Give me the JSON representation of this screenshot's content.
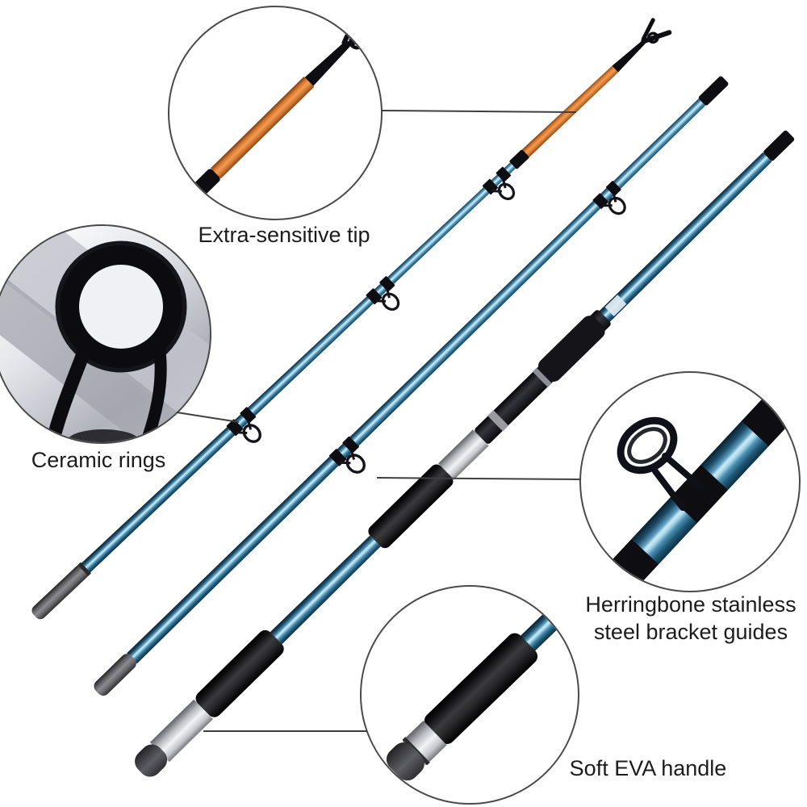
{
  "callouts": {
    "tip": {
      "label": "Extra-sensitive tip"
    },
    "rings": {
      "label": "Ceramic rings"
    },
    "guides": {
      "label_line1": "Herringbone stainless",
      "label_line2": "steel bracket guides"
    },
    "handle": {
      "label": "Soft EVA handle"
    }
  },
  "colors": {
    "background": "#ffffff",
    "rod_blue": "#4b8db1",
    "rod_highlight": "#cdeaf5",
    "rod_dark_edge": "#0d2f42",
    "tip_orange": "#f49a55",
    "hardware_black": "#0e0e12",
    "silver": "#f2f3f6",
    "eva_foam": "#161616",
    "butt_gray": "#8a8a90",
    "leader_line": "#3f3f3f",
    "text": "#1c1c1c"
  }
}
